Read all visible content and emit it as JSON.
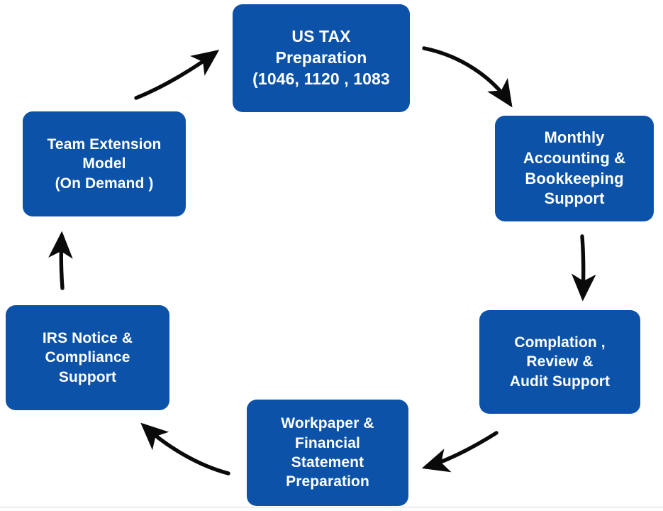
{
  "diagram": {
    "type": "cycle",
    "direction": "clockwise",
    "accent_color": "#0B52A8",
    "text_color": "#FFFFFF",
    "background_color": "#FFFFFF",
    "rule_color": "#D9D9D9",
    "arrow_color": "#000000",
    "nodes": [
      {
        "id": "us-tax",
        "position": "top-center",
        "lines": [
          "US TAX",
          "Preparation",
          "(1046, 1120 , 1083"
        ]
      },
      {
        "id": "monthly",
        "position": "right-upper",
        "lines": [
          "Monthly",
          "Accounting &",
          "Bookkeeping",
          "Support"
        ]
      },
      {
        "id": "complation",
        "position": "right-lower",
        "lines": [
          "Complation ,",
          "Review &",
          "Audit Support"
        ]
      },
      {
        "id": "workpaper",
        "position": "bottom-center",
        "lines": [
          "Workpaper &",
          "Financial",
          "Statement",
          "Preparation"
        ]
      },
      {
        "id": "irs",
        "position": "left-lower",
        "lines": [
          "IRS Notice &",
          "Compliance",
          "Support"
        ]
      },
      {
        "id": "team",
        "position": "left-upper",
        "lines": [
          "Team Extension",
          "Model",
          "(On Demand )"
        ]
      }
    ],
    "arrows": [
      {
        "id": "arrow-us-tax-to-monthly",
        "from": "us-tax",
        "to": "monthly",
        "shape": "curve-down-right"
      },
      {
        "id": "arrow-monthly-to-complation",
        "from": "monthly",
        "to": "complation",
        "shape": "straight-down"
      },
      {
        "id": "arrow-complation-to-workpaper",
        "from": "complation",
        "to": "workpaper",
        "shape": "curve-down-left"
      },
      {
        "id": "arrow-workpaper-to-irs",
        "from": "workpaper",
        "to": "irs",
        "shape": "curve-up-left"
      },
      {
        "id": "arrow-irs-to-team",
        "from": "irs",
        "to": "team",
        "shape": "straight-up"
      },
      {
        "id": "arrow-team-to-us-tax",
        "from": "team",
        "to": "us-tax",
        "shape": "curve-up-right"
      }
    ]
  }
}
